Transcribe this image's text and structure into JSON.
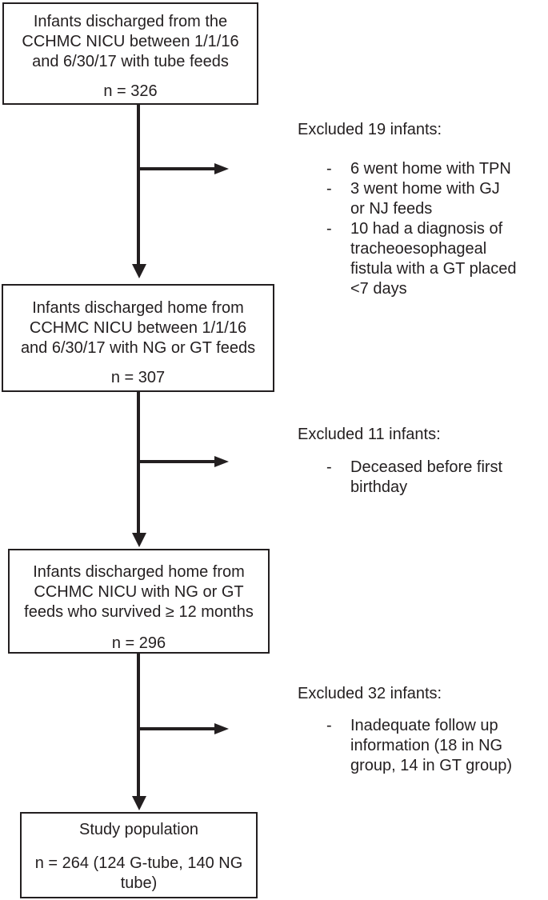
{
  "figure": {
    "colors": {
      "ink": "#231f20",
      "background": "#ffffff"
    },
    "bullet_char": "-",
    "boxes": [
      {
        "title_lines": [
          "Infants discharged from the",
          "CCHMC NICU between 1/1/16",
          "and 6/30/17 with tube feeds"
        ],
        "n_label": "n = 326"
      },
      {
        "title_lines": [
          "Infants discharged home from",
          "CCHMC NICU between 1/1/16",
          "and 6/30/17 with NG or GT feeds"
        ],
        "n_label": "n = 307"
      },
      {
        "title_lines": [
          "Infants discharged home from",
          "CCHMC NICU with NG or GT",
          "feeds who survived ≥ 12 months"
        ],
        "n_label": "n = 296"
      },
      {
        "title_lines": [
          "Study population"
        ],
        "n_label": [
          "n = 264 (124 G-tube, 140 NG",
          "tube)"
        ]
      }
    ],
    "exclusions": [
      {
        "heading": "Excluded 19 infants:",
        "items": [
          [
            "6 went home with TPN"
          ],
          [
            "3 went home with GJ",
            "or NJ feeds"
          ],
          [
            "10 had a diagnosis of",
            "tracheoesophageal",
            "fistula with a GT placed",
            "<7 days"
          ]
        ]
      },
      {
        "heading": "Excluded 11 infants:",
        "items": [
          [
            "Deceased before first",
            "birthday"
          ]
        ]
      },
      {
        "heading": "Excluded 32 infants:",
        "items": [
          [
            "Inadequate follow up",
            "information (18 in NG",
            "group, 14 in GT group)"
          ]
        ]
      }
    ]
  }
}
